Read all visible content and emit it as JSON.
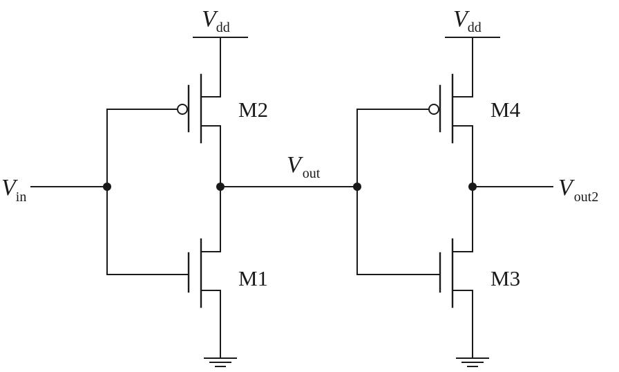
{
  "labels": {
    "vdd_left": {
      "symbol": "V",
      "sub": "dd"
    },
    "vdd_right": {
      "symbol": "V",
      "sub": "dd"
    },
    "vin": {
      "symbol": "V",
      "sub": "in"
    },
    "vout": {
      "symbol": "V",
      "sub": "out"
    },
    "vout2": {
      "symbol": "V",
      "sub": "out2"
    }
  },
  "transistors": {
    "m1": {
      "name": "M1",
      "type": "nmos"
    },
    "m2": {
      "name": "M2",
      "type": "pmos"
    },
    "m3": {
      "name": "M3",
      "type": "nmos"
    },
    "m4": {
      "name": "M4",
      "type": "pmos"
    }
  },
  "colors": {
    "line": "#1a1a1a",
    "background": "#ffffff"
  }
}
